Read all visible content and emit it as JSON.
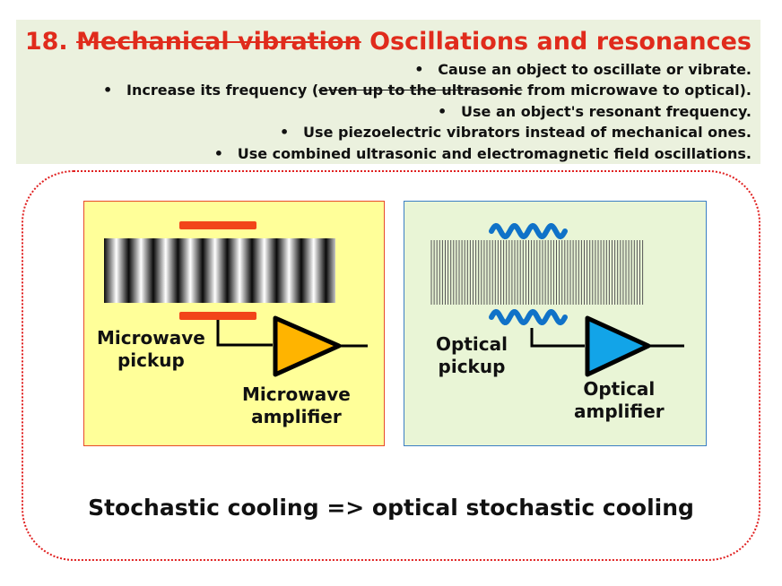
{
  "header": {
    "title_prefix": "18. ",
    "title_struck": "Mechanical vibration",
    "title_rest": " Oscillations and resonances",
    "bullets": {
      "b1": "Cause an object to oscillate or vibrate.",
      "b2_a": "Increase its frequency (",
      "b2_struck": "even up to the ultrasonic",
      "b2_b": " from microwave to optical).",
      "b3": "Use an object's resonant frequency.",
      "b4": "Use piezoelectric vibrators instead of mechanical ones.",
      "b5": "Use combined ultrasonic and electromagnetic field oscillations."
    }
  },
  "left_panel": {
    "pickup_line1": "Microwave",
    "pickup_line2": "pickup",
    "amp_line1": "Microwave",
    "amp_line2": "amplifier",
    "amp_color": "#ffb400"
  },
  "right_panel": {
    "pickup_line1": "Optical",
    "pickup_line2": "pickup",
    "amp_line1": "Optical",
    "amp_line2": "amplifier",
    "amp_color": "#12a4e8"
  },
  "caption": "Stochastic cooling => optical stochastic cooling"
}
